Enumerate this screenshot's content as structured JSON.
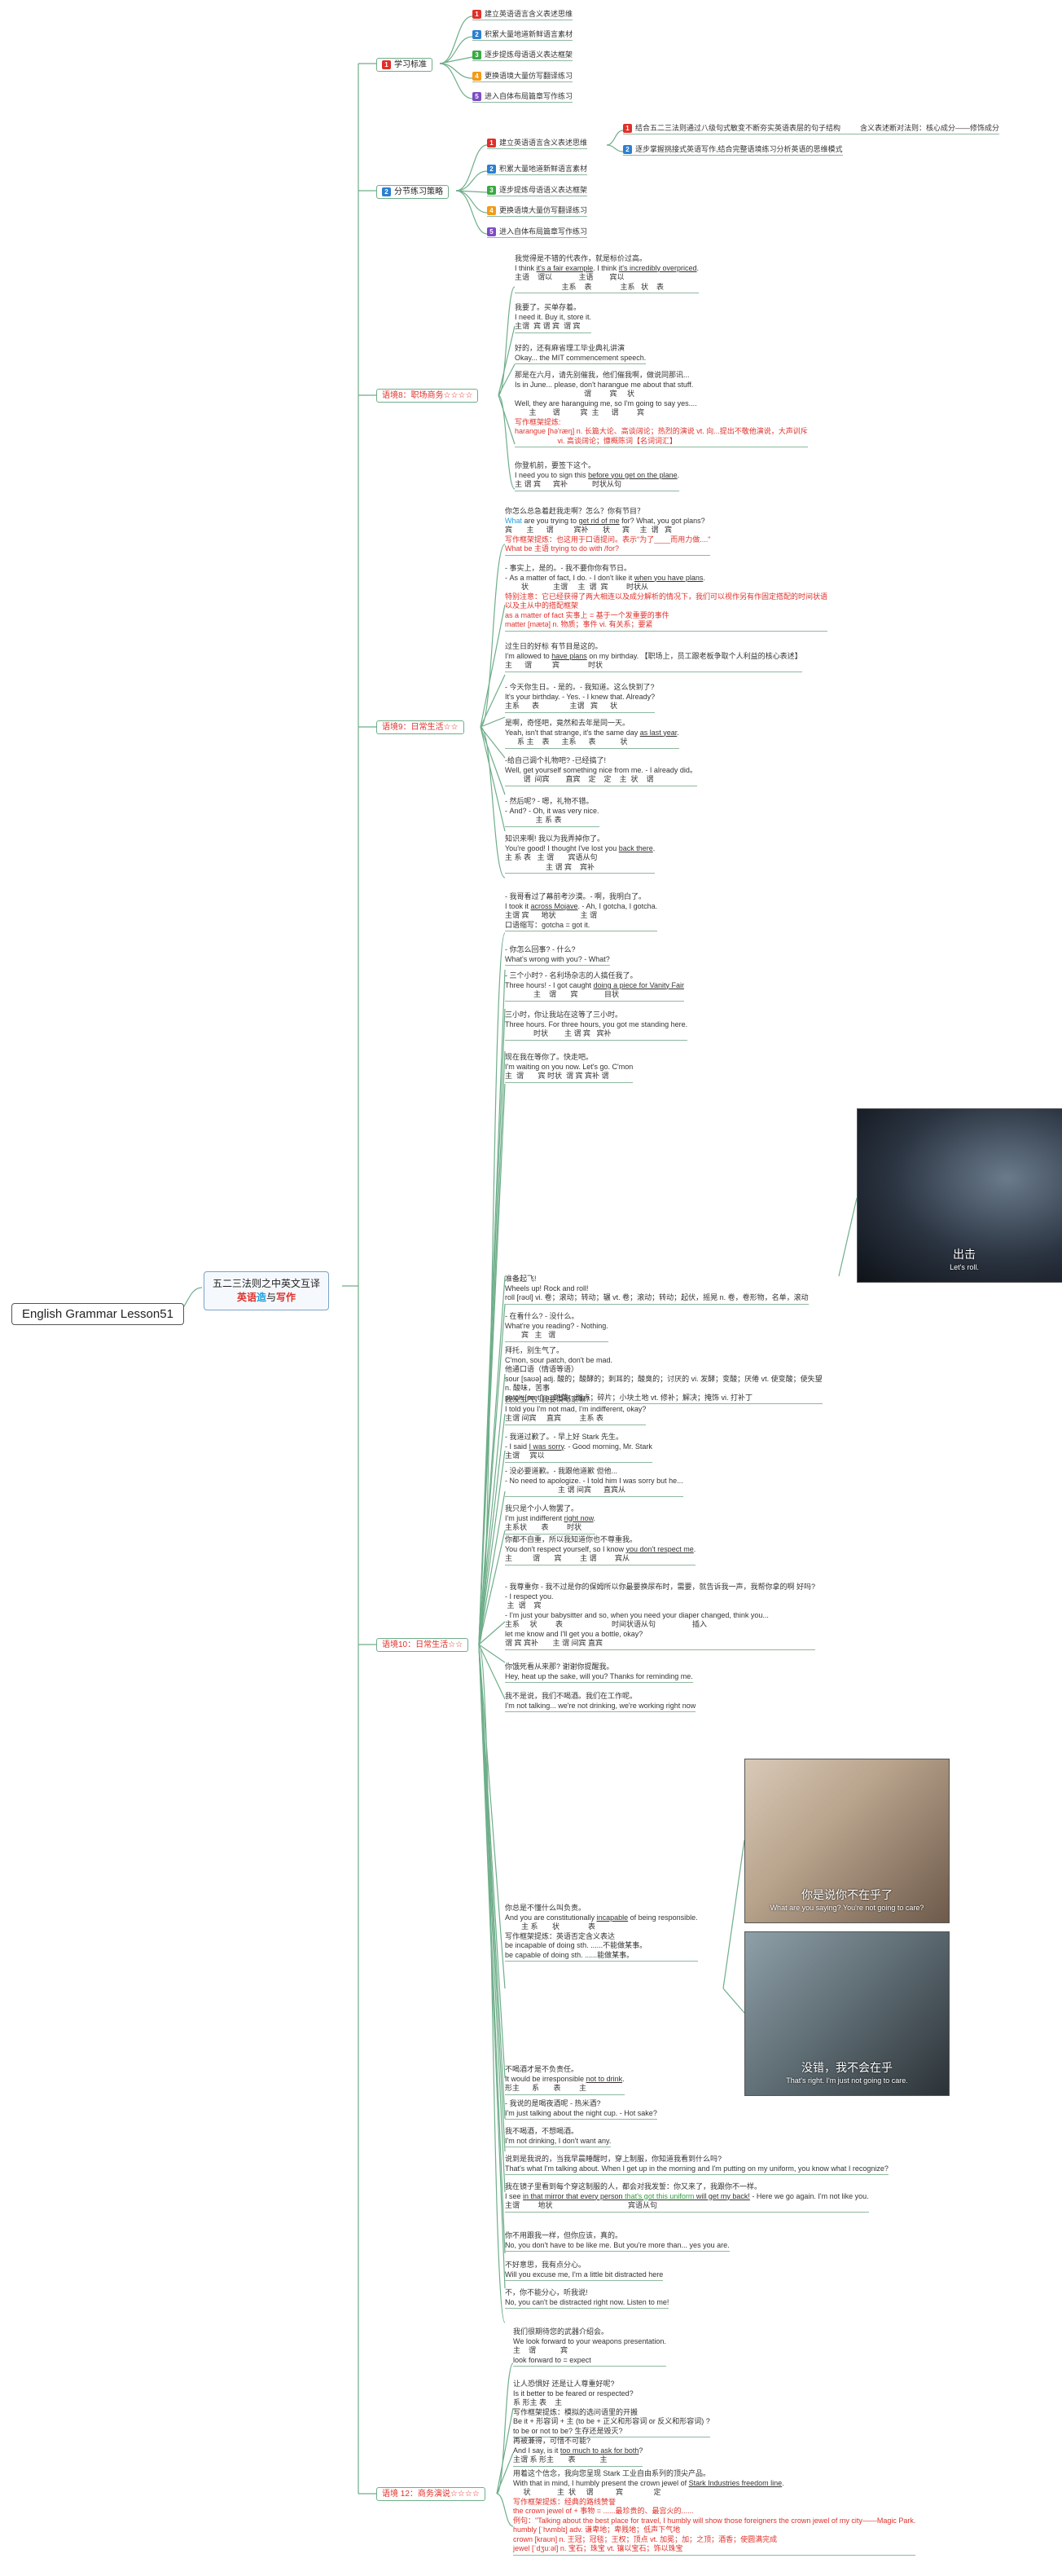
{
  "root": {
    "label": "English Grammar Lesson51"
  },
  "center": {
    "line1": "五二三法则之中英文互译",
    "line2a": "英语",
    "line2b": "造",
    "line2c": "写作"
  },
  "colors": {
    "branch_line": "#6fae8a",
    "red": "#e0302a",
    "blue": "#1a9fe0"
  },
  "branches": {
    "goal": {
      "label": "学习标准",
      "items": [
        "建立英语语言含义表述思维",
        "积累大量地道新鲜语言素材",
        "逐步提炼母语语义表达框架",
        "更换语境大量仿写翻译练习",
        "进入自体布局篇章写作练习"
      ]
    },
    "strategy": {
      "label": "分节练习策略",
      "items": [
        "建立英语语言含义表述思维",
        "积累大量地道新鲜语言素材",
        "逐步提炼母语语义表达框架",
        "更换语境大量仿写翻译练习",
        "进入自体布局篇章写作练习"
      ],
      "sub": [
        "结合五二三法则通过八级句式敏变不断夯实英语表层的句子结构",
        "逐步掌握挑接式英语写作,结合完整语境练习分析英语的思维模式"
      ],
      "sub_tail": "含义表述断对法则：核心成分——修饰成分"
    },
    "b8": {
      "label": "语境8：职场商务☆☆☆☆"
    },
    "b9": {
      "label": "语境9：日常生活☆☆"
    },
    "b10": {
      "label": "语境10：日常生活☆☆"
    },
    "b12": {
      "label": "语境 12：商务演说☆☆☆☆"
    }
  },
  "images": [
    {
      "name": "transformer-scene",
      "caption": "出击",
      "subcaption": "Let's roll."
    },
    {
      "name": "woman-scene",
      "caption": "你是说你不在乎了",
      "subcaption": "What are you saying? You're not going to care?"
    },
    {
      "name": "man-scene",
      "caption": "没错，我不会在乎",
      "subcaption": "That's right. I'm just not going to care."
    }
  ]
}
